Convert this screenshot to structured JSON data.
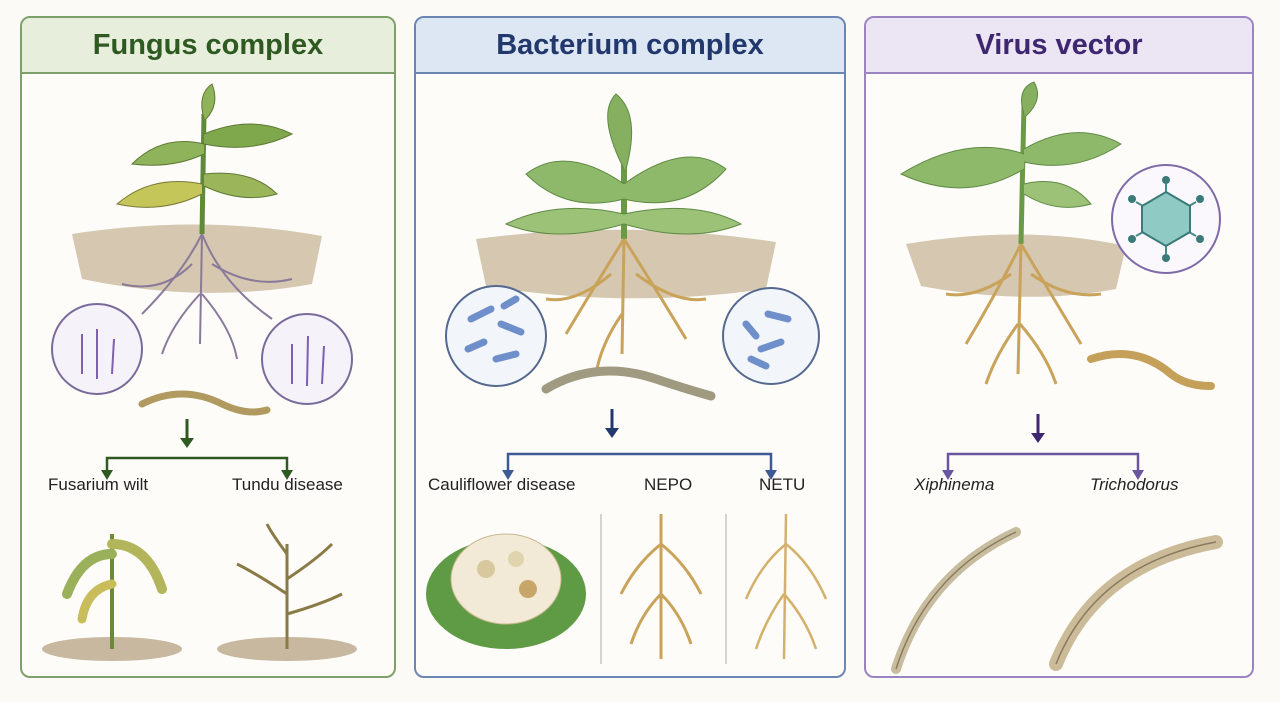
{
  "panels": [
    {
      "title": "Fungus complex",
      "labels": [
        "Fusarium wilt",
        "Tundu disease"
      ]
    },
    {
      "title": "Bacterium complex",
      "labels": [
        "Cauliflower disease",
        "NEPO",
        "NETU"
      ]
    },
    {
      "title": "Virus vector",
      "labels": [
        "Xiphinema",
        "Trichodorus"
      ]
    }
  ],
  "colors": {
    "fungus": "#2e5a22",
    "bacterium": "#22386c",
    "virus": "#3e2770",
    "root": "#c9a35a",
    "soil": "#8a6a44"
  }
}
